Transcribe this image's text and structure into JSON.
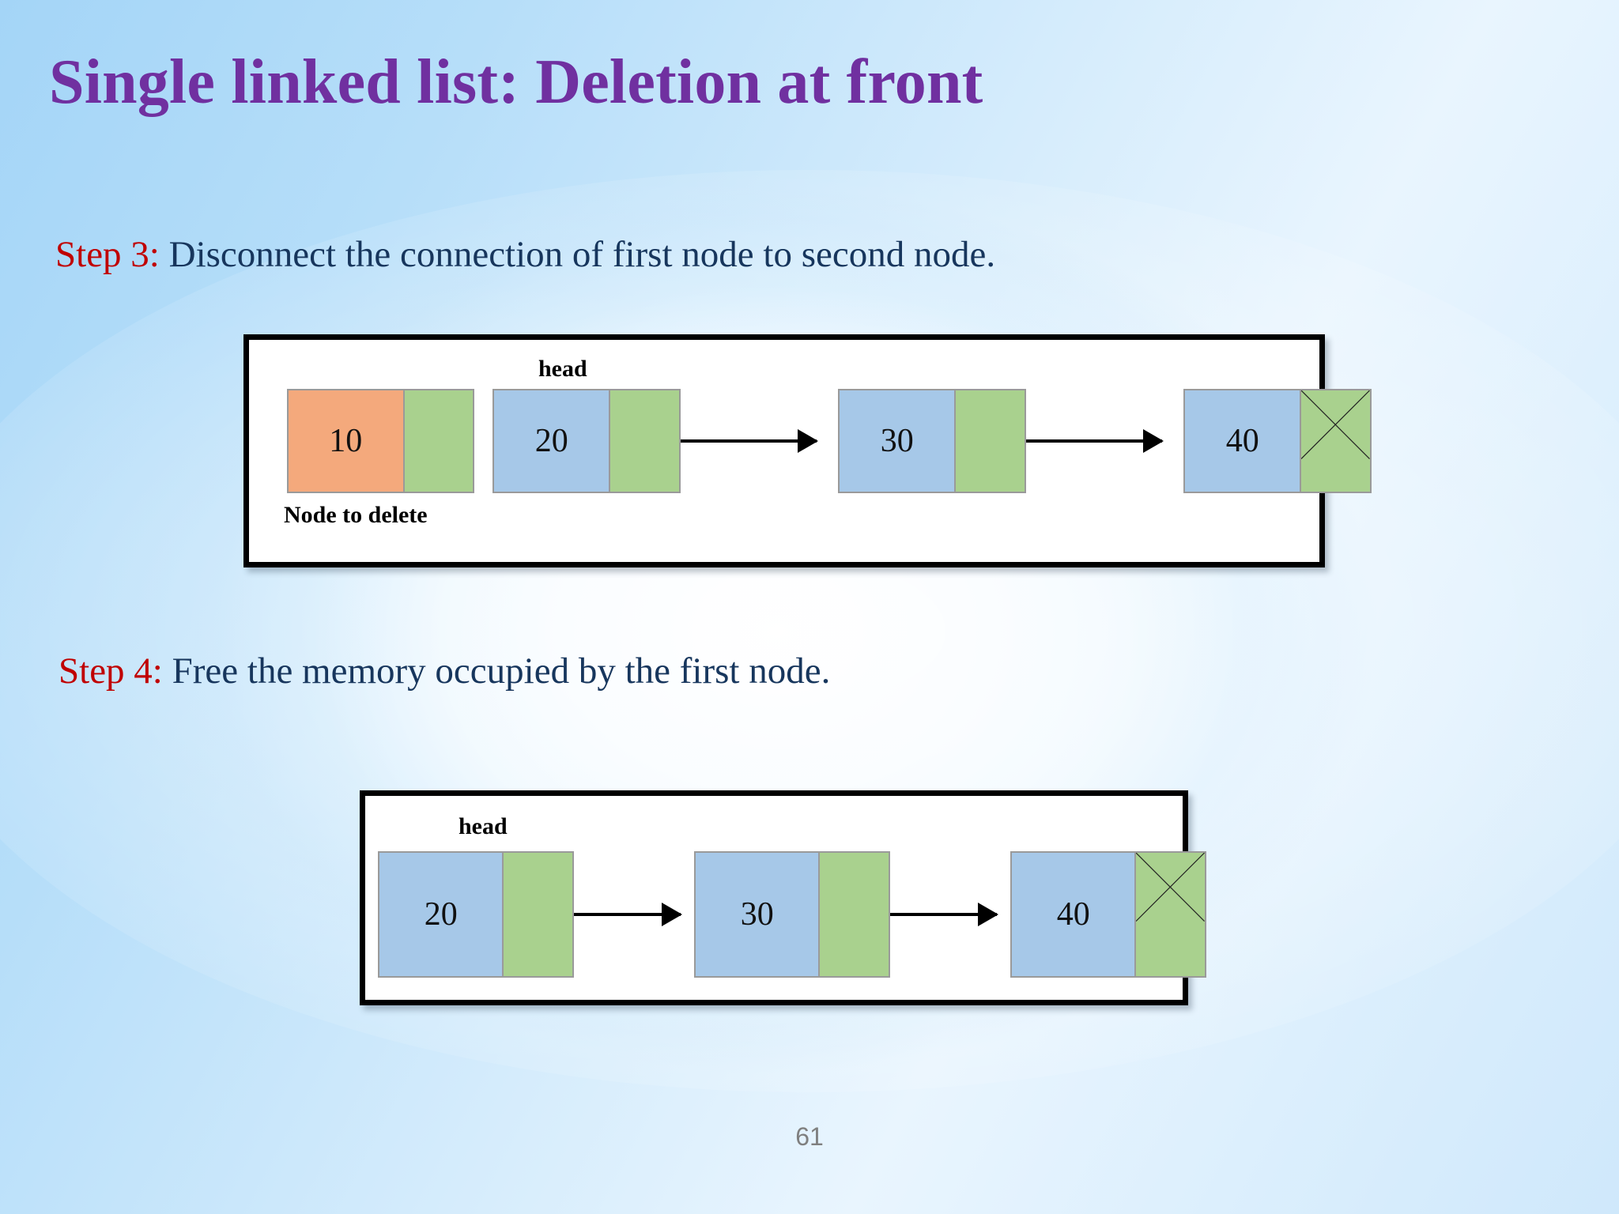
{
  "slide": {
    "title": "Single linked list: Deletion at front",
    "title_color": "#7030A0",
    "background_colors": {
      "edge_blue": "#A4D5F7",
      "center_light": "#FFFFFF"
    },
    "page_number": "61"
  },
  "steps": [
    {
      "tag": "Step 3:",
      "text": " Disconnect the connection of first node to second node.",
      "tag_color": "#C00000",
      "body_color": "#17365D"
    },
    {
      "tag": "Step 4:",
      "text": " Free the memory occupied by the first node.",
      "tag_color": "#C00000",
      "body_color": "#17365D"
    }
  ],
  "diagrams": [
    {
      "id": "step3",
      "caption_head": "head",
      "caption_delete": "Node to delete",
      "nodes": [
        {
          "value": "10",
          "color": "orange",
          "next": "detached",
          "label": "node-to-delete"
        },
        {
          "value": "20",
          "color": "blue",
          "next": "arrow",
          "label": "head-node"
        },
        {
          "value": "30",
          "color": "blue",
          "next": "arrow",
          "label": "node"
        },
        {
          "value": "40",
          "color": "blue",
          "next": "null",
          "label": "tail-node"
        }
      ],
      "node_colors": {
        "data_blue": "#A6C8E8",
        "data_orange": "#F4A97C",
        "next_green": "#A9D18E"
      }
    },
    {
      "id": "step4",
      "caption_head": "head",
      "nodes": [
        {
          "value": "20",
          "color": "blue",
          "next": "arrow",
          "label": "head-node"
        },
        {
          "value": "30",
          "color": "blue",
          "next": "arrow",
          "label": "node"
        },
        {
          "value": "40",
          "color": "blue",
          "next": "null",
          "label": "tail-node"
        }
      ],
      "node_colors": {
        "data_blue": "#A6C8E8",
        "next_green": "#A9D18E"
      }
    }
  ]
}
